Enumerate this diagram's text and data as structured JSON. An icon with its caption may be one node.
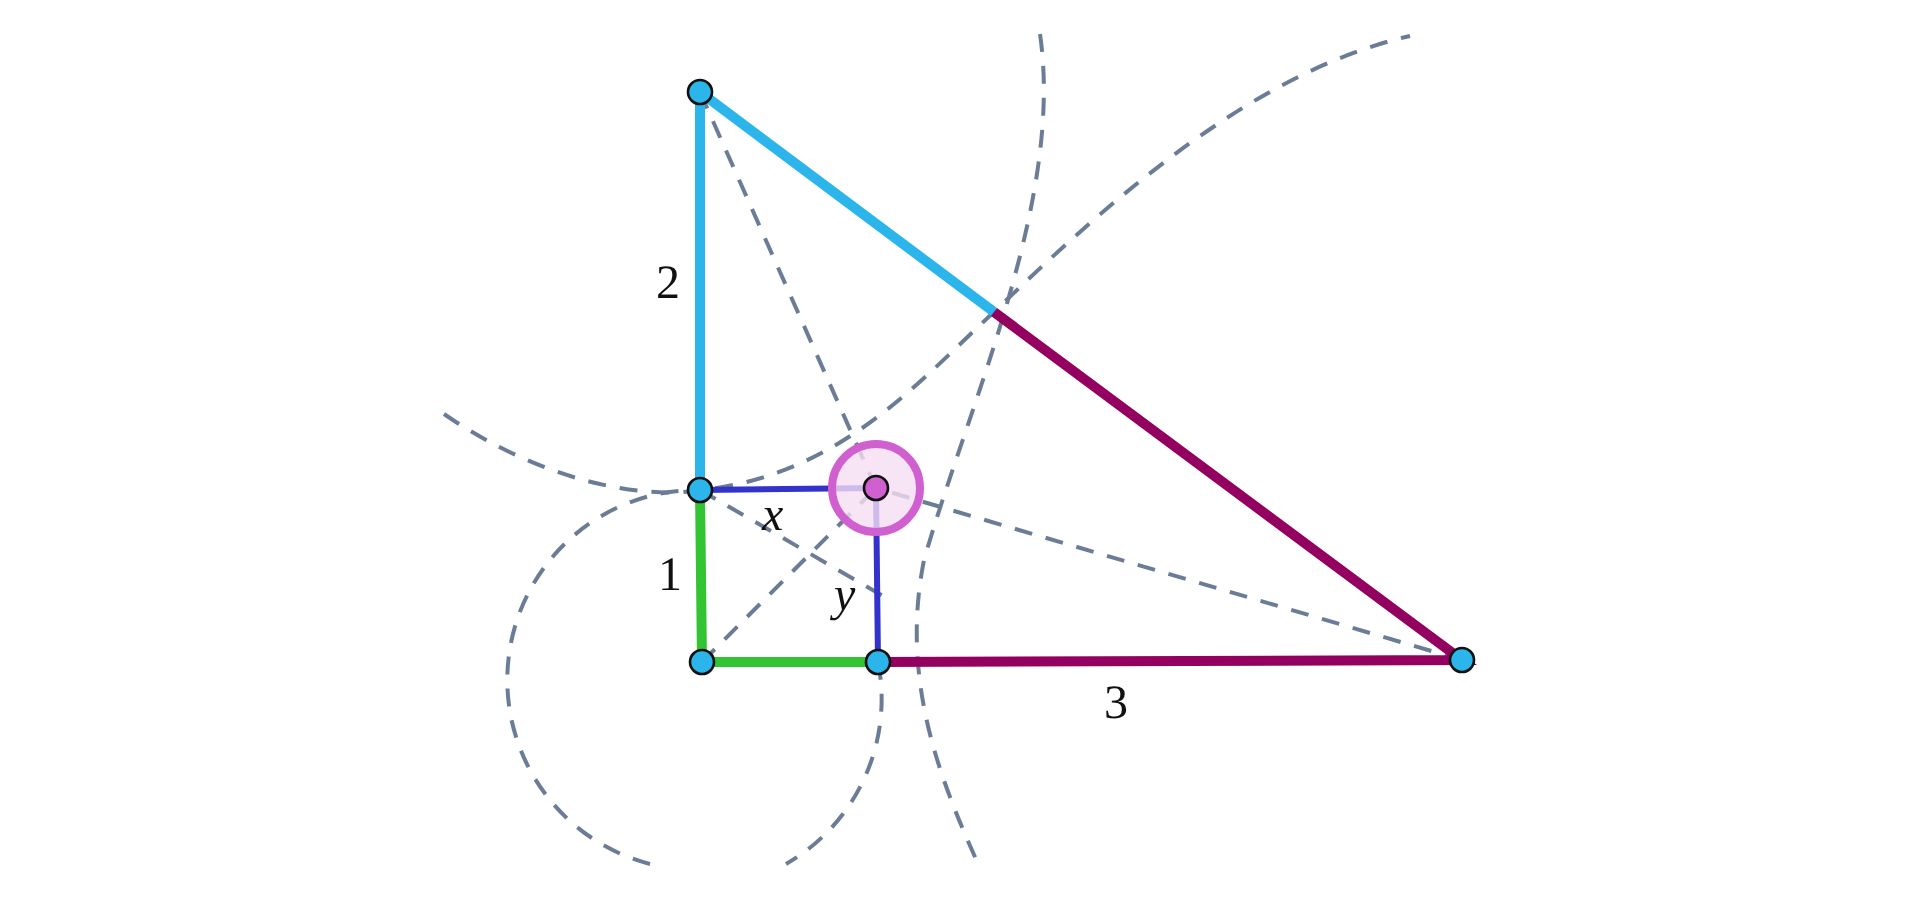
{
  "diagram": {
    "labels": [
      "2",
      "x",
      "1",
      "y",
      "3"
    ]
  }
}
